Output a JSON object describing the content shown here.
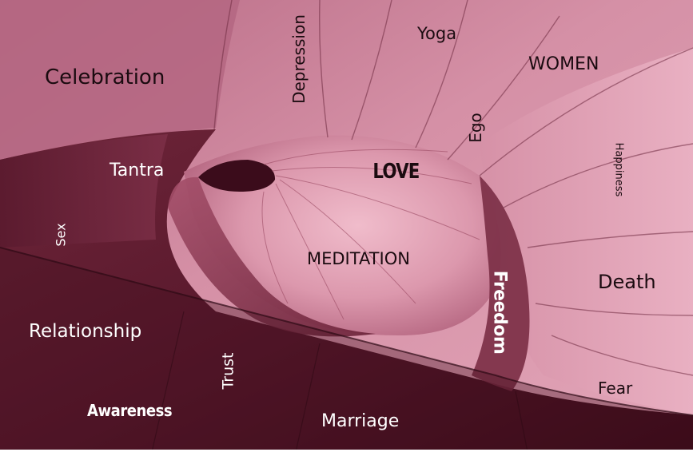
{
  "photo": {
    "subject": "",
    "colors": {
      "wall_light": "#e6a9bb",
      "wall_mid": "#c07a90",
      "wall_deep": "#8a3e56",
      "floor_dark": "#5e1b30",
      "floor_darker": "#3d0d1c",
      "text_dark": "#1b0b10",
      "text_light": "#ffffff"
    }
  },
  "words": {
    "celebration": "Celebration",
    "depression": "Depression",
    "yoga": "Yoga",
    "women": "WOMEN",
    "ego": "Ego",
    "happiness": "Happiness",
    "tantra": "Tantra",
    "love": "LOVE",
    "sex": "Sex",
    "meditation": "MEDITATION",
    "freedom": "Freedom",
    "death": "Death",
    "relationship": "Relationship",
    "trust": "Trust",
    "fear": "Fear",
    "awareness": "Awareness",
    "marriage": "Marriage"
  }
}
